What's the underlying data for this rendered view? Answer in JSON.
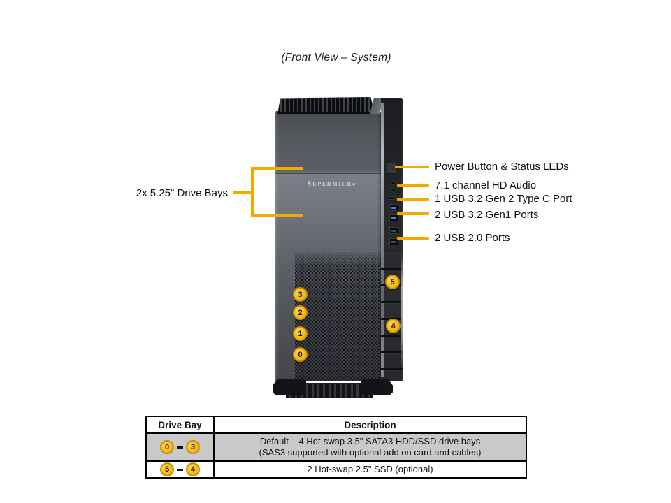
{
  "title": "(Front View – System)",
  "figure": {
    "left_callout": {
      "label": "2x 5.25\" Drive Bays"
    },
    "right_callouts": [
      {
        "label": "Power Button & Status LEDs"
      },
      {
        "label": "7.1 channel HD Audio"
      },
      {
        "label": "1 USB 3.2 Gen 2 Type C Port"
      },
      {
        "label": "2 USB 3.2 Gen1 Ports"
      },
      {
        "label": "2 USB 2.0 Ports"
      }
    ],
    "chassis": {
      "logo": "SUPERMICR●",
      "front_badges": [
        "3",
        "2",
        "1",
        "0"
      ],
      "side_badges": [
        "5",
        "4"
      ]
    }
  },
  "table": {
    "headers": [
      "Drive Bay",
      "Description"
    ],
    "rows": [
      {
        "bay_start": "0",
        "bay_end": "3",
        "description": [
          "Default – 4 Hot-swap 3.5\" SATA3 HDD/SSD drive bays",
          "(SAS3 supported with optional add on card and cables)"
        ]
      },
      {
        "bay_start": "5",
        "bay_end": "4",
        "description": [
          "2 Hot-swap 2.5\" SSD (optional)",
          ""
        ]
      }
    ]
  },
  "colors": {
    "callout_yellow": "#F2A900",
    "badge_fill": "#F6B40E",
    "badge_border": "#C58F06",
    "table_row_shade": "#C9C9C9",
    "usb3_blue": "#4F86C9"
  }
}
